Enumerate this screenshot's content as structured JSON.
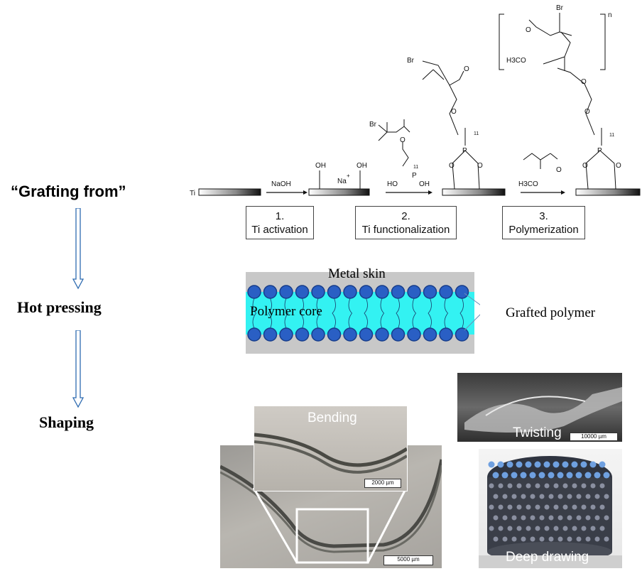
{
  "left_labels": {
    "grafting": "“Grafting from”",
    "hot_pressing": "Hot pressing",
    "shaping": "Shaping"
  },
  "reaction": {
    "ti": "Ti",
    "naoh": "NaOH",
    "oh1": "OH",
    "oh2": "OH",
    "na": "Na",
    "na_charge": "+",
    "br": "Br",
    "p": "P",
    "o": "O",
    "ho": "HO",
    "oh": "OH",
    "sub11": "11",
    "h3co": "H3CO",
    "n": "n",
    "steps": [
      {
        "num": "1.",
        "label": "Ti activation"
      },
      {
        "num": "2.",
        "label": "Ti functionalization"
      },
      {
        "num": "3.",
        "label": "Polymerization"
      }
    ]
  },
  "sandwich": {
    "metal_skin": "Metal skin",
    "polymer_core": "Polymer core",
    "grafted_polymer": "Grafted polymer",
    "colors": {
      "skin": "#c8c8c8",
      "core": "#33f2f2",
      "dot": "#2a5fc4",
      "dot_edge": "#173d8a"
    }
  },
  "photos": {
    "bending": "Bending",
    "twisting": "Twisting",
    "deep_drawing": "Deep drawing",
    "scale_2000": "2000 µm",
    "scale_5000": "5000 µm",
    "scale_10000": "10000 µm"
  },
  "colors": {
    "arrow": "#2e6bb0"
  }
}
